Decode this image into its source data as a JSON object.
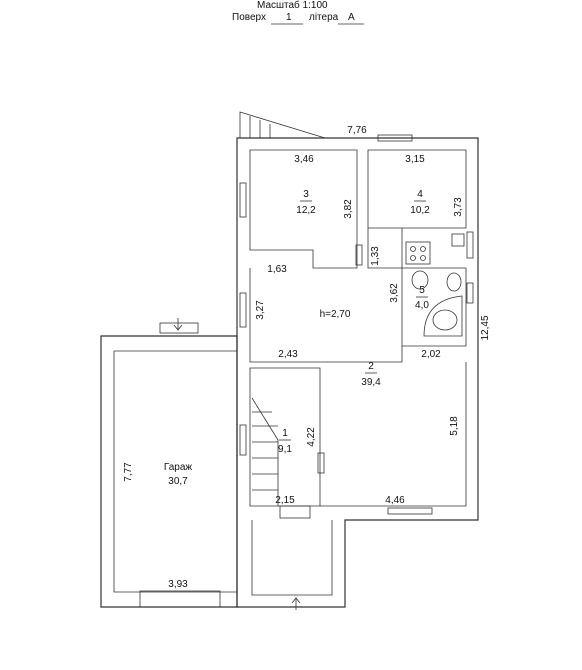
{
  "header": {
    "scale": "Масштаб 1:100",
    "floor_label": "Поверх",
    "floor_value": "1",
    "letter_label": "літера",
    "letter_value": "А"
  },
  "rooms": [
    {
      "id": "room-3",
      "number": "3",
      "area": "12,2"
    },
    {
      "id": "room-4",
      "number": "4",
      "area": "10,2"
    },
    {
      "id": "room-5",
      "number": "5",
      "area": "4,0"
    },
    {
      "id": "room-2",
      "number": "2",
      "area": "39,4"
    },
    {
      "id": "room-1",
      "number": "1",
      "area": "9,1"
    },
    {
      "id": "garage",
      "number": "Гараж",
      "area": "30,7"
    }
  ],
  "ceiling_height": "h=2,70",
  "dimensions": {
    "top_total": "7,76",
    "room3_width": "3,46",
    "room3_depth": "3,82",
    "room4_width": "3,15",
    "room4_depth": "3,73",
    "corridor_1_33": "1,33",
    "hall_1_63": "1,63",
    "hall_3_27": "3,27",
    "room5_3_62": "3,62",
    "right_total": "12,45",
    "hall_2_43": "2,43",
    "room5_2_02": "2,02",
    "room1_4_22": "4,22",
    "hall_5_18": "5,18",
    "room1_2_15": "2,15",
    "hall_4_46": "4,46",
    "garage_7_77": "7,77",
    "garage_3_93": "3,93"
  },
  "colors": {
    "wall": "#333333",
    "background": "#ffffff"
  }
}
